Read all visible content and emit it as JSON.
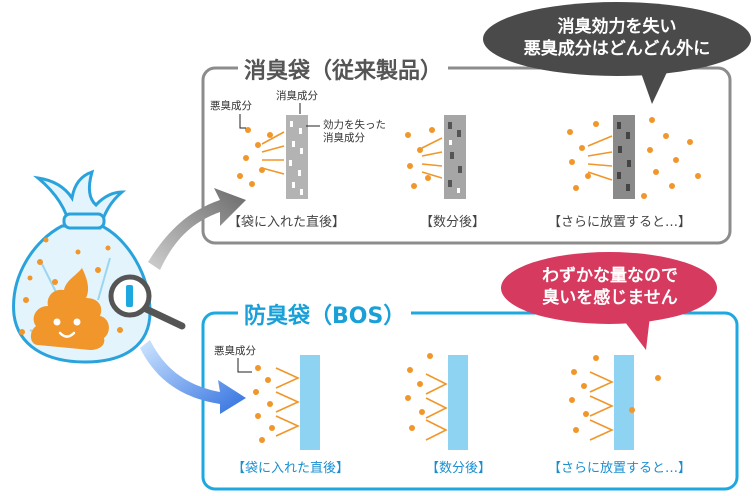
{
  "conventional": {
    "title": "消臭袋（従来製品）",
    "bubble": [
      "消臭効力を失い",
      "悪臭成分はどんどん外に"
    ],
    "labels": {
      "odor": "悪臭成分",
      "deodorant": "消臭成分",
      "spent": [
        "効力を失った",
        "消臭成分"
      ]
    },
    "stages": [
      "【袋に入れた直後】",
      "【数分後】",
      "【さらに放置すると…】"
    ],
    "color": "#8c8c8c"
  },
  "bos": {
    "title": "防臭袋（BOS）",
    "bubble": [
      "わずかな量なので",
      "臭いを感じません"
    ],
    "labels": {
      "odor": "悪臭成分"
    },
    "stages": [
      "【袋に入れた直後】",
      "【数分後】",
      "【さらに放置すると…】"
    ],
    "color": "#1ea8e0"
  },
  "colors": {
    "odor_dot": "#f0962a",
    "bubble_grey": "#4a4a4a",
    "bubble_red": "#d63a5f",
    "bos_wall": "#8fd3f2"
  },
  "icons": [
    "trash-bag-icon",
    "poop-icon",
    "magnifier-icon"
  ]
}
